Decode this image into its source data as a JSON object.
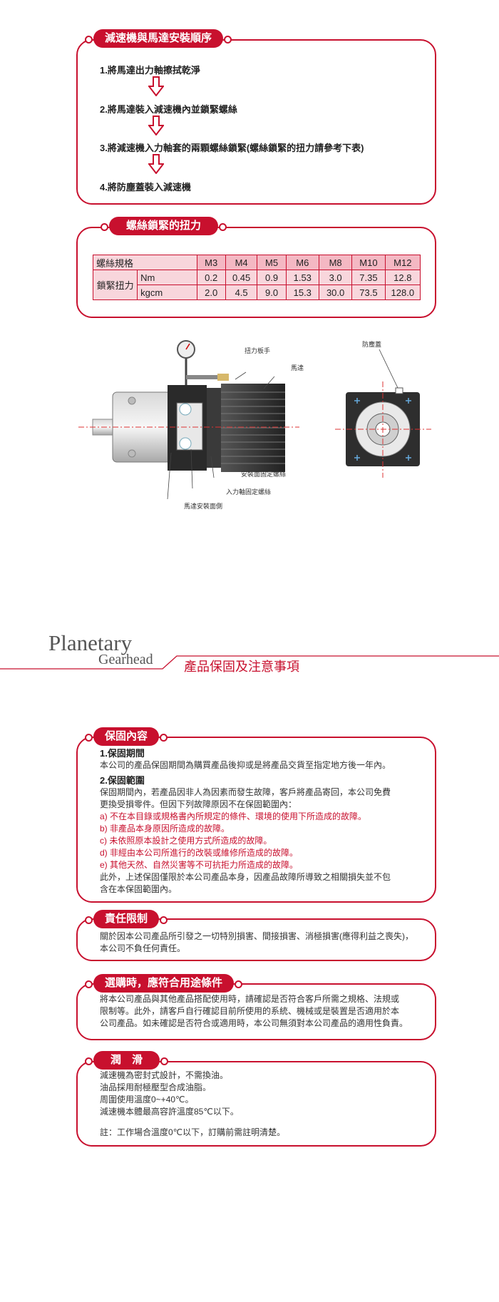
{
  "install": {
    "title": "減速機與馬達安裝順序",
    "steps": [
      "1.將馬達出力軸擦拭乾淨",
      "2.將馬達裝入減速機內並鎖緊螺絲",
      "3.將減速機入力軸套的兩顆螺絲鎖緊(螺絲鎖緊的扭力請參考下表)",
      "4.將防塵蓋裝入減速機"
    ]
  },
  "torque": {
    "title": "螺絲鎖緊的扭力",
    "spec_label": "螺絲規格",
    "torque_label": "鎖緊扭力",
    "sizes": [
      "M3",
      "M4",
      "M5",
      "M6",
      "M8",
      "M10",
      "M12"
    ],
    "nm_label": "Nm",
    "nm": [
      "0.2",
      "0.45",
      "0.9",
      "1.53",
      "3.0",
      "7.35",
      "12.8"
    ],
    "kgcm_label": "kgcm",
    "kgcm": [
      "2.0",
      "4.5",
      "9.0",
      "15.3",
      "30.0",
      "73.5",
      "128.0"
    ]
  },
  "diagram": {
    "wrench": "扭力板手",
    "motor": "馬達",
    "dust_cover": "防塵蓋",
    "mount_screw": "安裝面固定螺絲",
    "input_screw": "入力軸固定螺絲",
    "motor_face": "馬達安裝面側"
  },
  "brand": {
    "line1": "Planetary",
    "line2": "Gearhead",
    "heading": "產品保固及注意事項"
  },
  "warranty": {
    "title": "保固內容",
    "period_title": "1.保固期間",
    "period_text": "本公司的產品保固期間為購買產品後抑或是將產品交貨至指定地方後一年內。",
    "scope_title": "2.保固範圍",
    "scope_text1": "保固期間內，若產品因非人為因素而發生故障，客戶將產品寄回，本公司免費",
    "scope_text2": "更換受損零件。但因下列故障原因不在保固範圍內：",
    "items": [
      "a) 不在本目錄或規格書內所規定的條件、環境的使用下所造成的故障。",
      "b) 非產品本身原因所造成的故障。",
      "c) 未依照原本設計之使用方式所造成的故障。",
      "d) 非經由本公司所進行的改裝或維修所造成的故障。",
      "e) 其他天然、自然災害等不可抗拒力所造成的故障。"
    ],
    "footer1": "此外，上述保固僅限於本公司產品本身，因產品故障所導致之相關損失並不包",
    "footer2": "含在本保固範圍內。"
  },
  "liability": {
    "title": "責任限制",
    "line1": "關於因本公司產品所引發之一切特別損害、間接損害、消極損害(應得利益之喪失)，",
    "line2": "本公司不負任何責任。"
  },
  "selection": {
    "title": "選購時，應符合用途條件",
    "line1": "將本公司產品與其他產品搭配使用時，請確認是否符合客戶所需之規格、法規或",
    "line2": "限制等。此外，請客戶自行確認目前所使用的系統、機械或是裝置是否適用於本",
    "line3": "公司產品。如未確認是否符合或適用時，本公司無須對本公司產品的適用性負責。"
  },
  "lubrication": {
    "title": "潤　滑",
    "line1": "減速機為密封式設計，不需換油。",
    "line2": "油品採用耐極壓型合成油脂。",
    "line3": "周圍使用溫度0~+40℃。",
    "line4": "減速機本體最高容許溫度85℃以下。",
    "note": "註：工作場合溫度0℃以下，訂購前需註明清楚。"
  },
  "colors": {
    "accent": "#c8102e",
    "table_fill": "#f8d6dc"
  }
}
